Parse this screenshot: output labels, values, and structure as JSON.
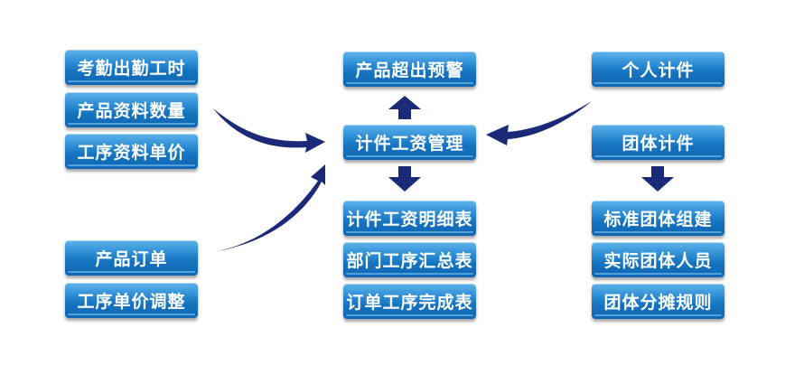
{
  "left_column": {
    "attendance_hours": "考勤出勤工时",
    "product_material_qty": "产品资料数量",
    "process_unit_price": "工序资料单价",
    "product_order": "产品订单",
    "process_price_adjust": "工序单价调整"
  },
  "center_column": {
    "output_overrun_alert": "产品超出预警",
    "piecework_wage_mgmt": "计件工资管理",
    "wage_detail_table": "计件工资明细表",
    "dept_process_summary": "部门工序汇总表",
    "order_process_completion": "订单工序完成表"
  },
  "right_column": {
    "individual_piecework": "个人计件",
    "group_piecework": "团体计件",
    "standard_group_setup": "标准团体组建",
    "actual_group_members": "实际团体人员",
    "group_allocation_rules": "团体分摊规则"
  },
  "colors": {
    "box_top": "#5fb3ea",
    "box_bottom": "#0f66b3",
    "arrow": "#1b2a78",
    "text": "#ffffff"
  }
}
